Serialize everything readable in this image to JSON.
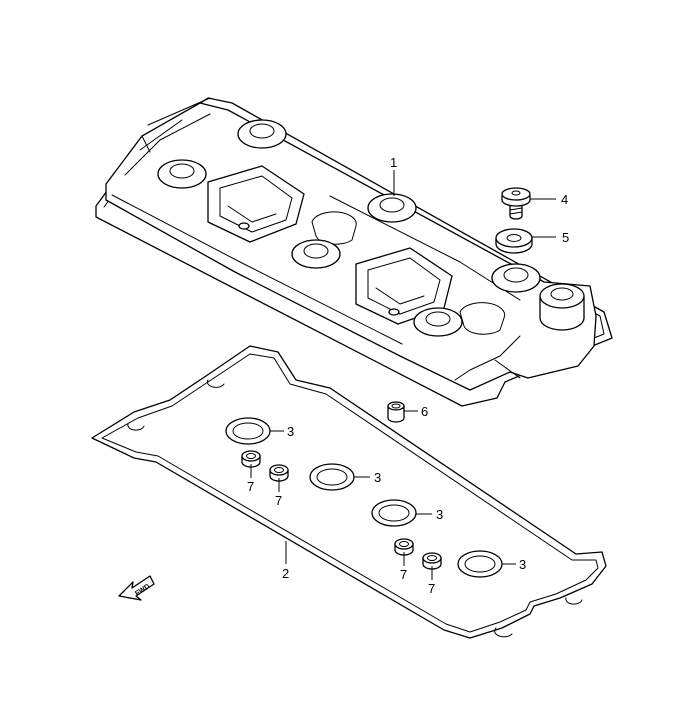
{
  "callouts": {
    "c1": "1",
    "c2": "2",
    "c3a": "3",
    "c3b": "3",
    "c3c": "3",
    "c3d": "3",
    "c4": "4",
    "c5": "5",
    "c6": "6",
    "c7a": "7",
    "c7b": "7",
    "c7c": "7",
    "c7d": "7"
  },
  "fwd_arrow": {
    "label": "FWD"
  },
  "colors": {
    "line": "#000000",
    "background": "#ffffff"
  }
}
